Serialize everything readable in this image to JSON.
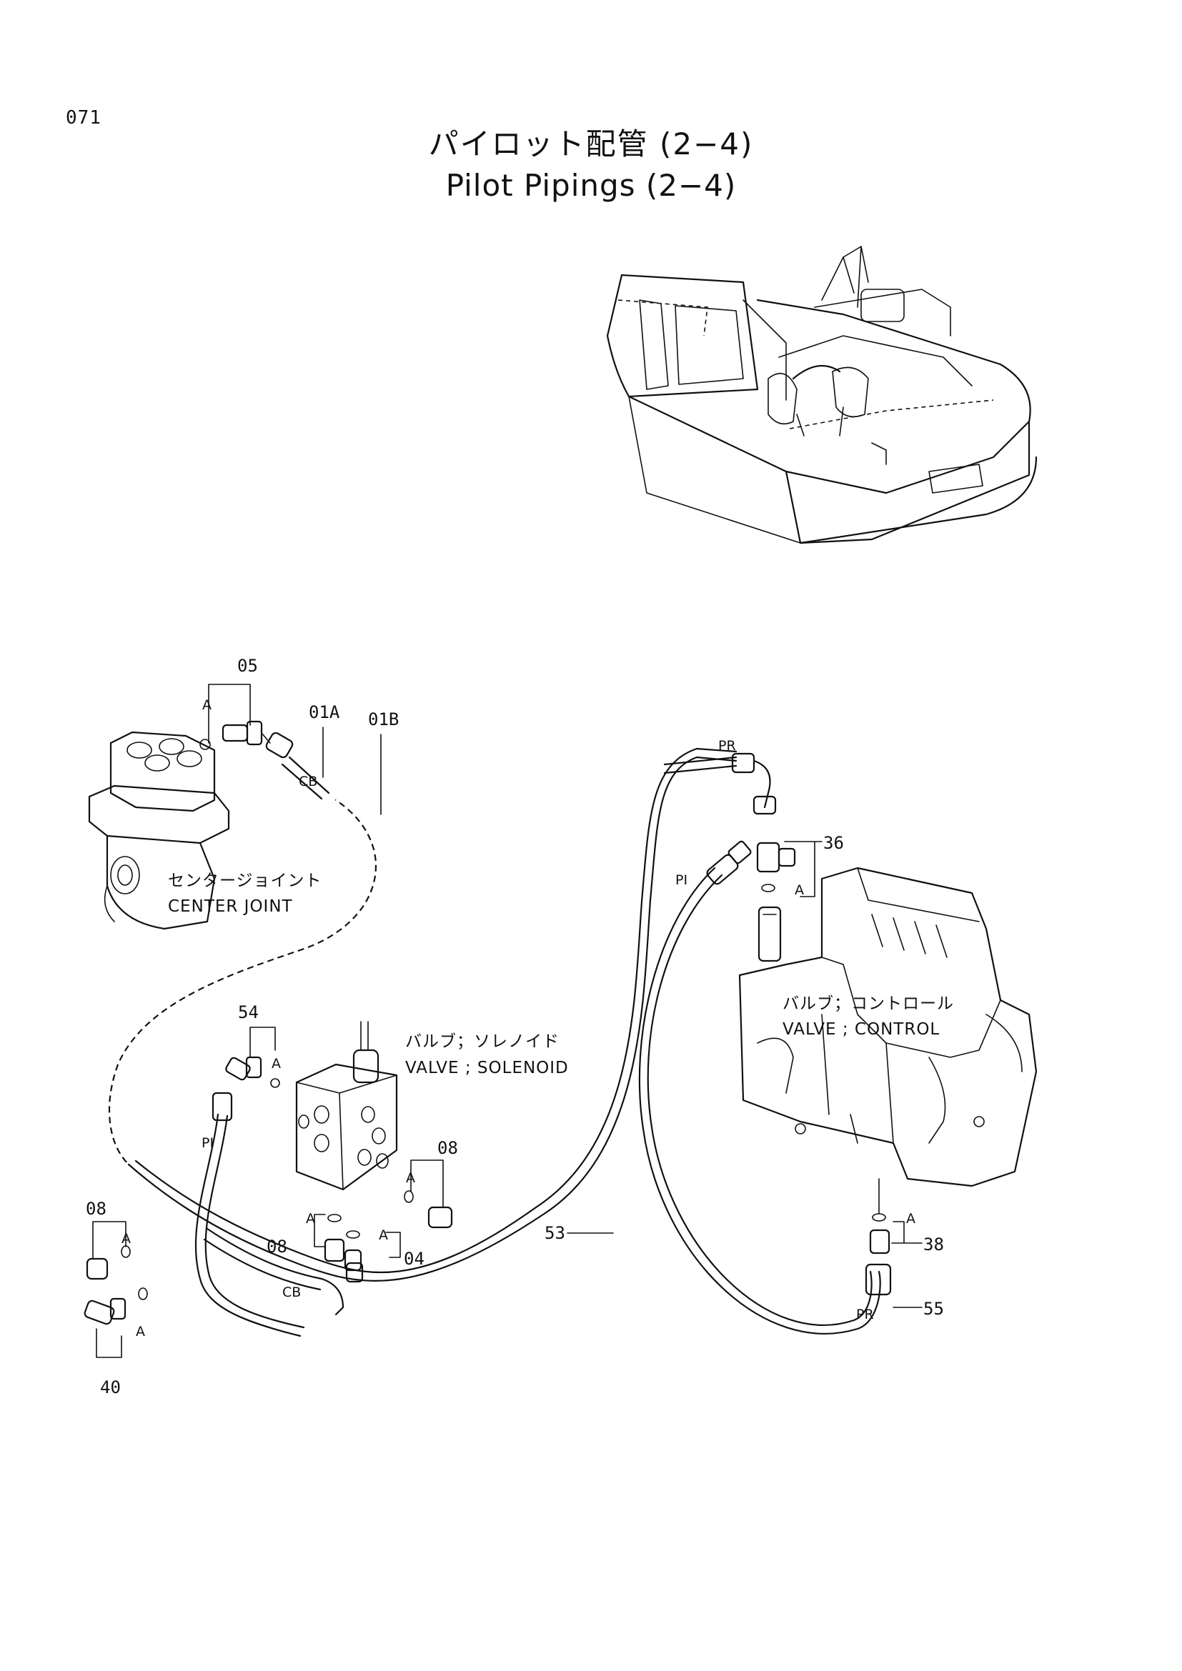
{
  "page_number": "071",
  "title_jp": "パイロット配管 (2−4)",
  "title_en": "Pilot Pipings (2−4)",
  "components": {
    "center_joint_jp": "センタージョイント",
    "center_joint_en": "CENTER JOINT",
    "solenoid_valve_jp": "バルブ；ソレノイド",
    "solenoid_valve_en": "VALVE ; SOLENOID",
    "control_valve_jp": "バルブ；コントロール",
    "control_valve_en": "VALVE ; CONTROL"
  },
  "part_labels": {
    "p05": "05",
    "p01A": "01A",
    "p01B": "01B",
    "p36": "36",
    "p54": "54",
    "p08_right": "08",
    "p08_left": "08",
    "p08_bottom": "08",
    "p04": "04",
    "p53": "53",
    "p38": "38",
    "p55": "55",
    "p40": "40"
  },
  "small_labels": {
    "A": "A",
    "CB": "CB",
    "PR": "PR",
    "PI": "PI"
  }
}
